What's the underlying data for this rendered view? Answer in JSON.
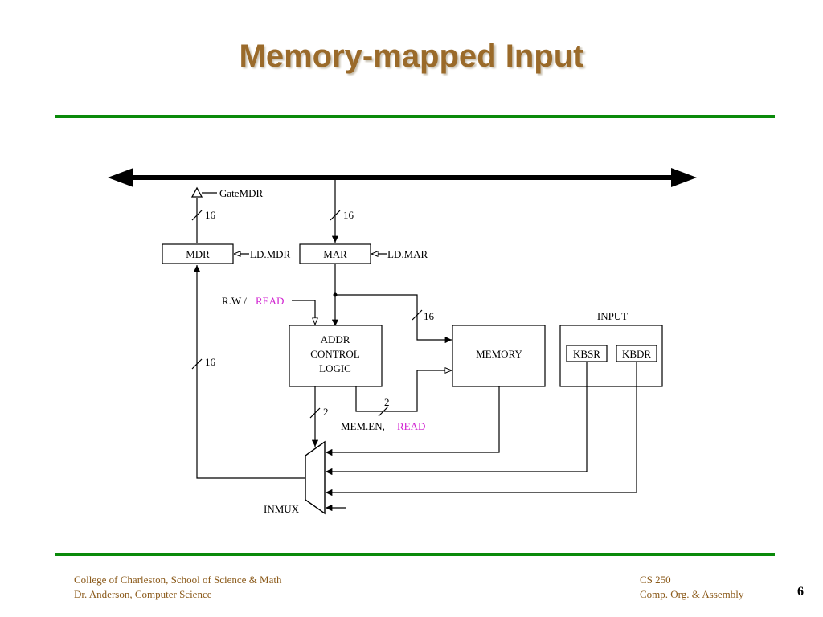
{
  "slide": {
    "title": "Memory-mapped Input",
    "page_number": "6"
  },
  "colors": {
    "title": "#9a6a2a",
    "rule": "#0a8a0a",
    "highlight": "#d020d0",
    "footer": "#8b5a1a"
  },
  "diagram": {
    "gate_label": "GateMDR",
    "mdr_label": "MDR",
    "ld_mdr_label": "LD.MDR",
    "mar_label": "MAR",
    "ld_mar_label": "LD.MAR",
    "width_16": "16",
    "width_2": "2",
    "rw_label": "R.W /",
    "read_label": "READ",
    "addr_line1": "ADDR",
    "addr_line2": "CONTROL",
    "addr_line3": "LOGIC",
    "memory_label": "MEMORY",
    "input_label": "INPUT",
    "kbsr_label": "KBSR",
    "kbdr_label": "KBDR",
    "memen_label": "MEM.EN,",
    "inmux_label": "INMUX"
  },
  "footer": {
    "left_line1": "College of Charleston, School of Science & Math",
    "left_line2": "Dr. Anderson, Computer Science",
    "right_line1": "CS 250",
    "right_line2": "Comp. Org. & Assembly"
  }
}
